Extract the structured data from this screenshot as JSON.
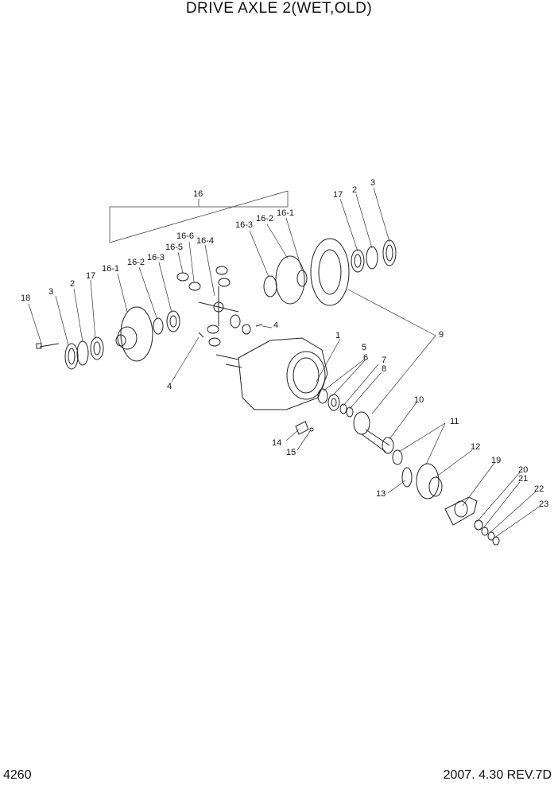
{
  "title": "DRIVE AXLE 2(WET,OLD)",
  "page_number": "4260",
  "revision": "2007. 4.30 REV.7D",
  "callouts": [
    "16",
    "16-1",
    "16-2",
    "16-3",
    "16-4",
    "16-5",
    "16-6",
    "17",
    "2",
    "3",
    "18",
    "4",
    "1",
    "5",
    "6",
    "7",
    "8",
    "9",
    "10",
    "11",
    "12",
    "13",
    "14",
    "15",
    "19",
    "20",
    "21",
    "22",
    "23"
  ]
}
